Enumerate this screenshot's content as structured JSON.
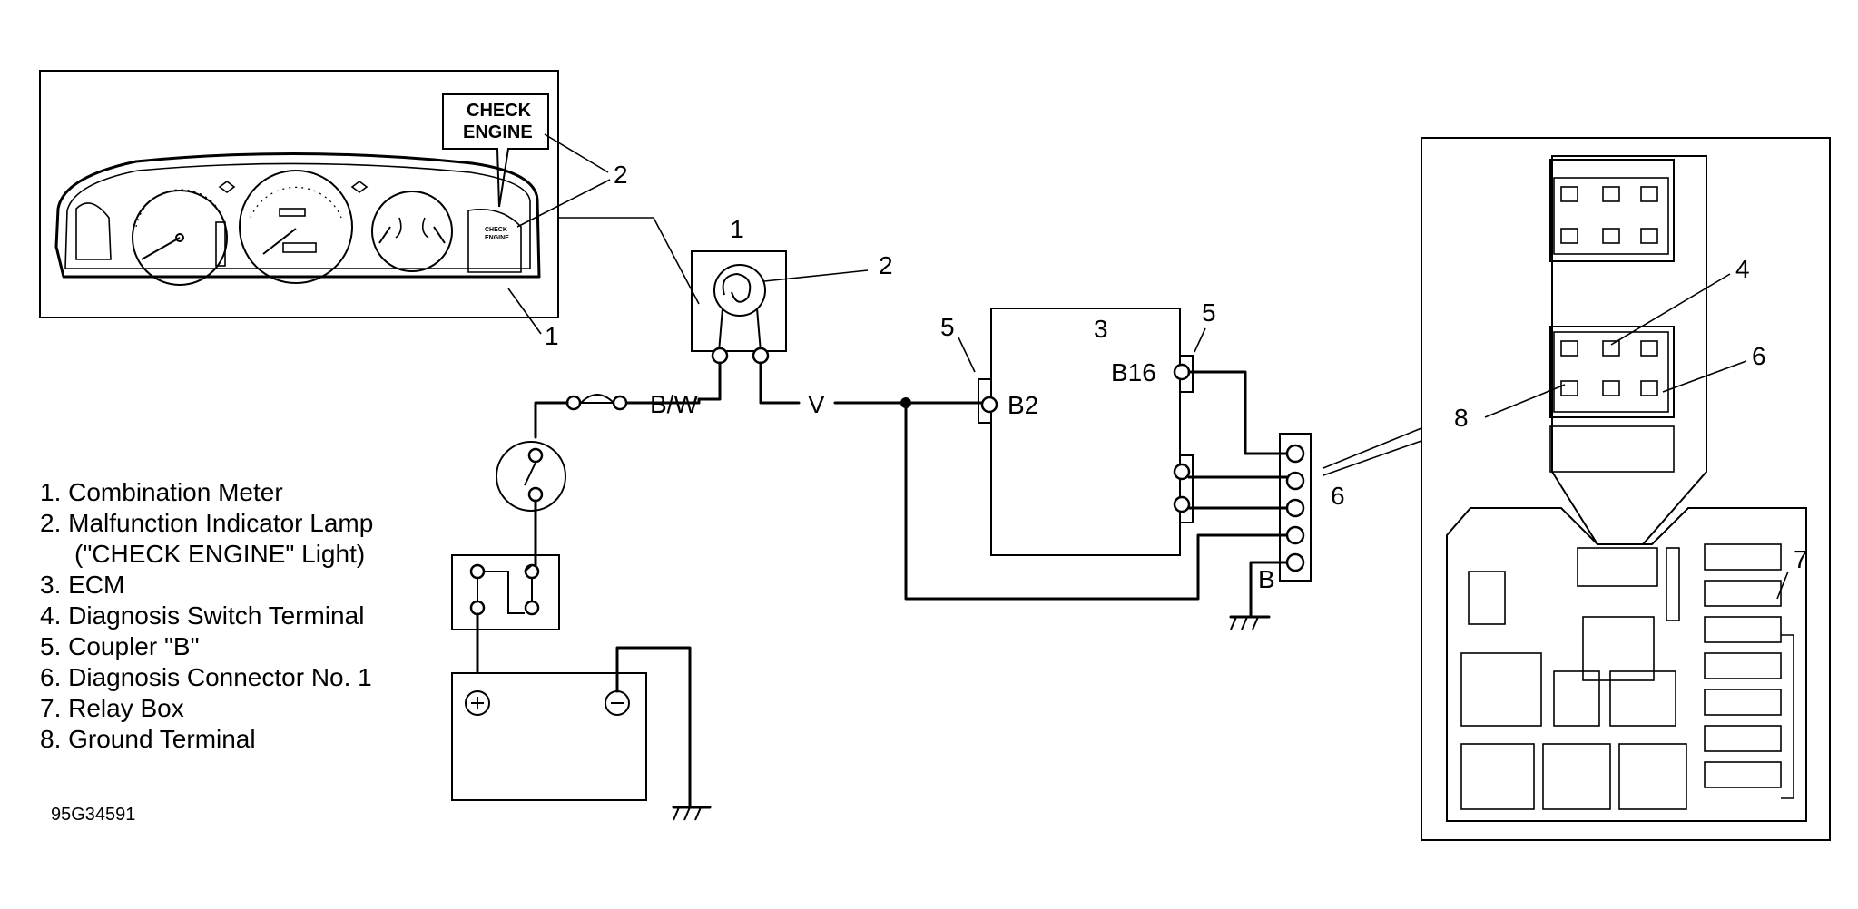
{
  "callouts": {
    "combination_meter": "1",
    "mil_lamp": "2",
    "ecm": "3",
    "diag_switch_terminal": "4",
    "coupler_b": "5",
    "diag_connector": "6",
    "relay_box": "7",
    "ground_terminal": "8"
  },
  "inset_label": {
    "line1": "CHECK",
    "line2": "ENGINE"
  },
  "wires": {
    "b_w": "B/W",
    "v": "V",
    "b": "B"
  },
  "terminals": {
    "b2": "B2",
    "b16": "B16"
  },
  "legend": [
    "1. Combination Meter",
    "2. Malfunction Indicator Lamp",
    "(\"CHECK ENGINE\" Light)",
    "3. ECM",
    "4. Diagnosis Switch Terminal",
    "5. Coupler \"B\"",
    "6. Diagnosis Connector No. 1",
    "7. Relay Box",
    "8. Ground Terminal"
  ],
  "figure_code": "95G34591",
  "icons": [
    "ground-symbol",
    "battery-plus",
    "battery-minus",
    "lamp-bulb",
    "fuse",
    "ignition-switch"
  ]
}
